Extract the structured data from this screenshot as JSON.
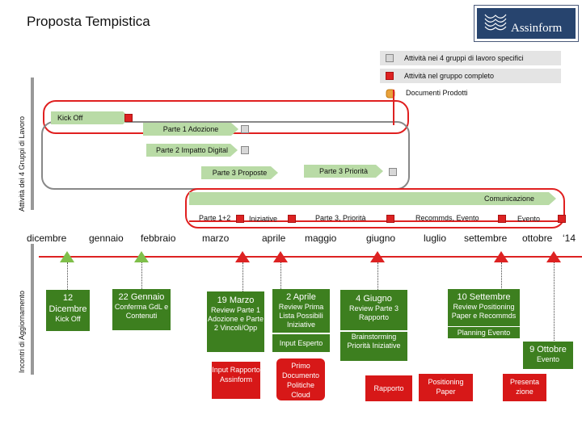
{
  "title": "Proposta  Tempistica",
  "logo": {
    "text": "Assinform"
  },
  "legend": {
    "specific": "Attività nei 4 gruppi di lavoro specifici",
    "complete": "Attività nel gruppo completo",
    "documents": "Documenti Prodotti"
  },
  "side_labels": {
    "top": "Attività dei 4 Gruppi di Lavoro",
    "bottom": "Incontri di Aggiornamento"
  },
  "bars": {
    "kickoff": "Kick Off",
    "parte1": "Parte 1 Adozione",
    "parte2": "Parte 2 Impatto Digital",
    "parte3p": "Parte 3 Proposte",
    "parte3pr": "Parte 3 Priorità",
    "comunicazione": "Comunicazione"
  },
  "segments": {
    "p12": "Parte 1+2",
    "iniziative": "Iniziative",
    "p3": "Parte 3,  Priorità",
    "recommds": "Recommds, Evento",
    "evento": "Evento"
  },
  "months": [
    "dicembre",
    "gennaio",
    "febbraio",
    "marzo",
    "aprile",
    "maggio",
    "giugno",
    "luglio",
    "settembre",
    "ottobre",
    "‘14"
  ],
  "meetings": {
    "m1": {
      "date": "12 Dicembre",
      "desc": "Kick Off"
    },
    "m2": {
      "date": "22 Gennaio",
      "desc": "Conferma GdL e Contenuti"
    },
    "m3": {
      "date": "19 Marzo",
      "desc": "Review Parte 1 Adozione e Parte 2 Vincoli/Opp"
    },
    "m3b": "Input Rapporto Assinform",
    "m4": {
      "date": "2 Aprile",
      "desc": "Review Prima Lista Possibili Iniziative"
    },
    "m4b": "Input Esperto",
    "m4c": "Primo Documento Politiche Cloud",
    "m5": {
      "date": "4 Giugno",
      "desc": "Review Parte 3 Rapporto"
    },
    "m5b": "Brainstorming Priorità Iniziative",
    "m5c": "Rapporto",
    "m6": {
      "date": "10 Settembre",
      "desc": "Review Positioning Paper e Recommds"
    },
    "m6b": "Planning Evento",
    "m6c": "Positioning Paper",
    "m7": {
      "date": "9 Ottobre",
      "desc": "Evento"
    },
    "m7b": "Presenta zione"
  },
  "colors": {
    "bar_green": "#b9dba6",
    "dark_green": "#3d7f1f",
    "red": "#d71818",
    "grey": "#888888",
    "legend_bg": "#e4e4e4"
  }
}
